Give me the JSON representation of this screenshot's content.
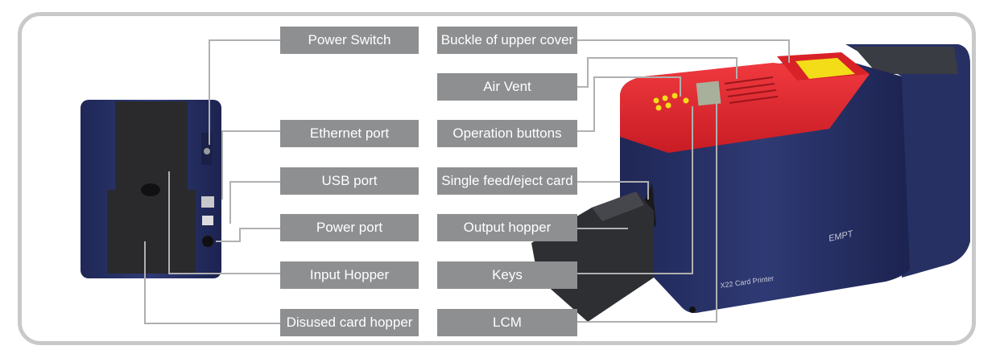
{
  "labels_left": [
    "Power Switch",
    "Ethernet port",
    "USB port",
    "Power port",
    "Input Hopper",
    "Disused card hopper"
  ],
  "labels_right": [
    "Buckle of upper cover",
    "Air Vent",
    "Operation buttons",
    "Single feed/eject card",
    "Output hopper",
    "Keys",
    "LCM"
  ],
  "printer_brand": "EMPT",
  "printer_model": "X22 Card Printer",
  "colors": {
    "body_navy": "#2b3467",
    "cover_red": "#e8252e",
    "label_gray": "#8e8f91",
    "leader_gray": "#b0b0b0",
    "panel_black": "#2a2a2c",
    "lever_yellow": "#f2dd18"
  }
}
